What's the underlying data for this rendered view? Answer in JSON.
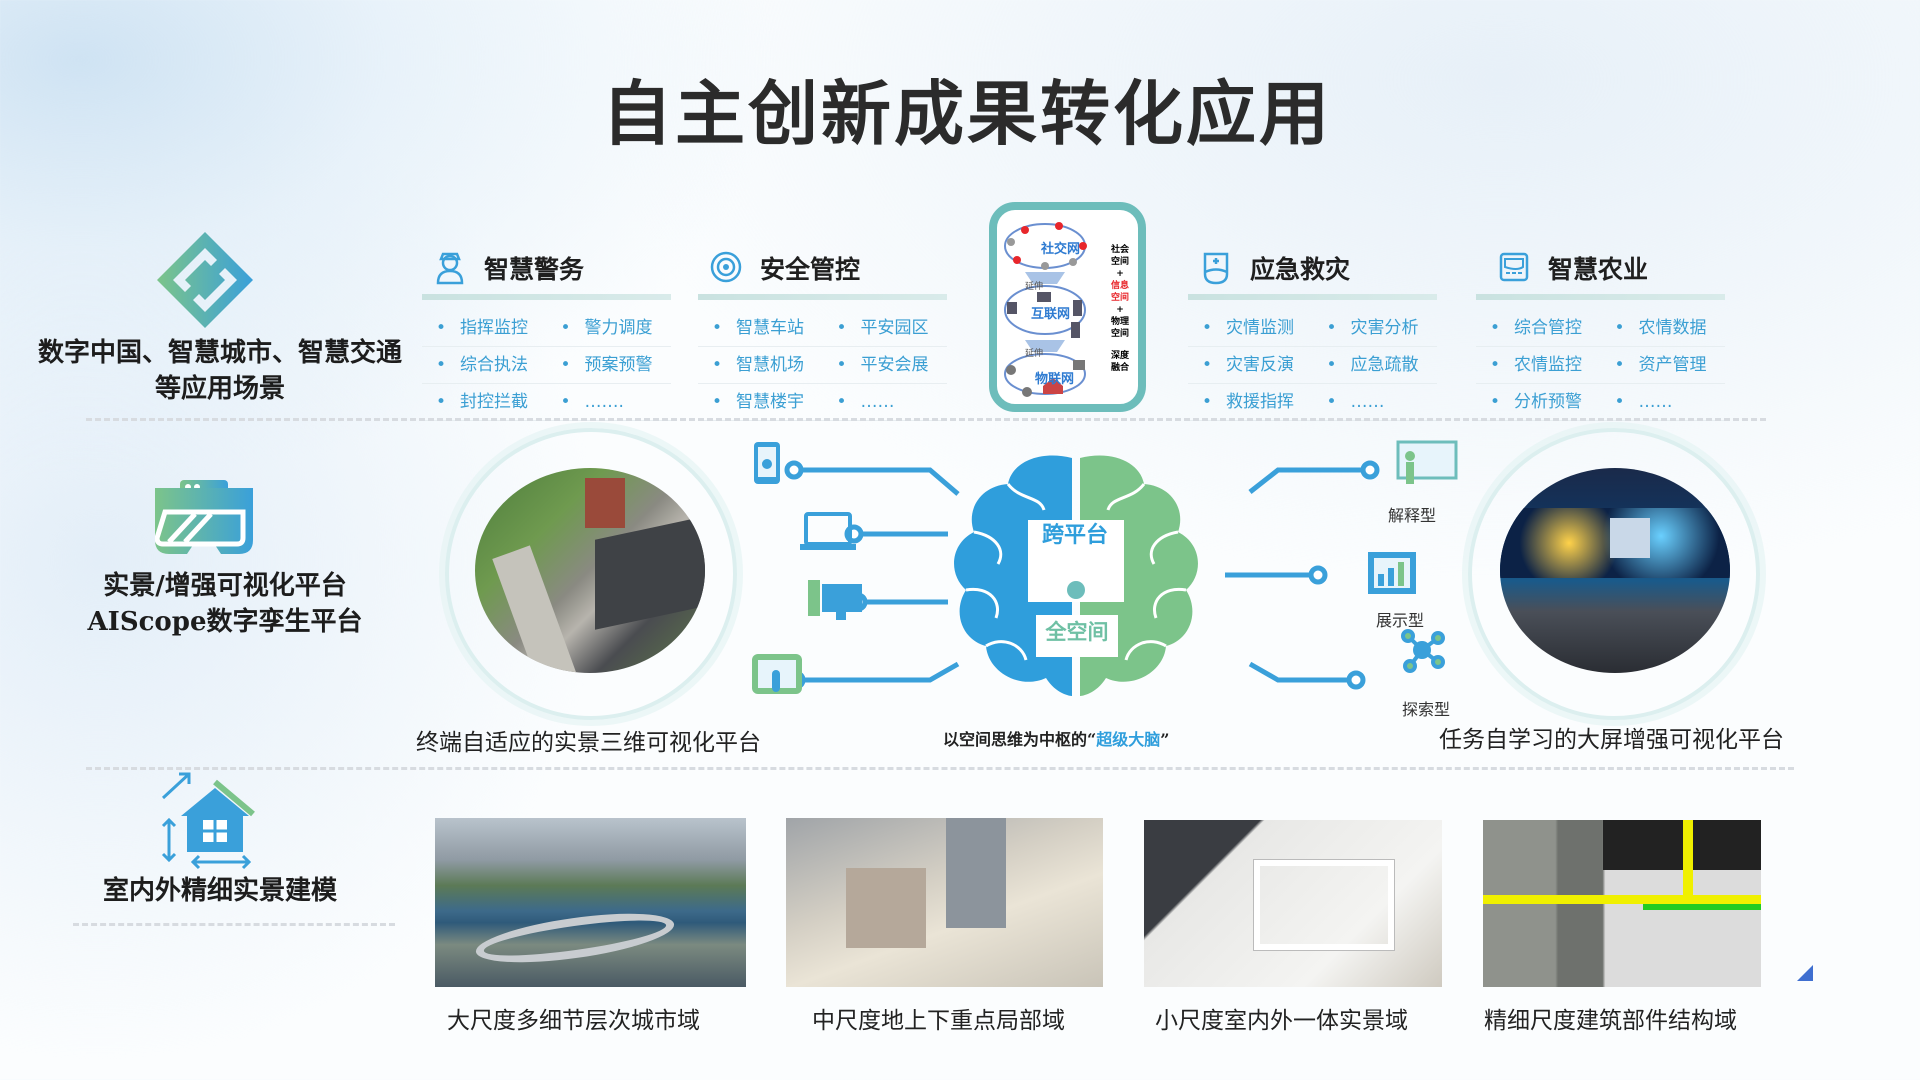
{
  "title": "自主创新成果转化应用",
  "row1": {
    "label_line1": "数字中国、智慧城市、智慧交通",
    "label_line2": "等应用场景",
    "categories": [
      {
        "name": "智慧警务",
        "icon": "police-icon",
        "items": [
          "指挥监控",
          "警力调度",
          "综合执法",
          "预案预警",
          "封控拦截",
          "……."
        ]
      },
      {
        "name": "安全管控",
        "icon": "eye-target-icon",
        "items": [
          "智慧车站",
          "平安园区",
          "智慧机场",
          "平安会展",
          "智慧楼宇",
          "……"
        ]
      },
      {
        "name": "应急救灾",
        "icon": "medical-shield-icon",
        "items": [
          "灾情监测",
          "灾害分析",
          "灾害反演",
          "应急疏散",
          "救援指挥",
          "……"
        ]
      },
      {
        "name": "智慧农业",
        "icon": "monitor-device-icon",
        "items": [
          "综合管控",
          "农情数据",
          "农情监控",
          "资产管理",
          "分析预警",
          "……"
        ]
      }
    ],
    "network": {
      "layers": [
        "社交网",
        "互联网",
        "物联网"
      ],
      "arrows": [
        "延伸",
        "延伸"
      ],
      "side": [
        "社会空间",
        "+",
        "信息空间",
        "+",
        "物理空间",
        "深度融合"
      ]
    }
  },
  "row2": {
    "label_line1": "实景/增强可视化平台",
    "label_line2": "AIScope数字孪生平台",
    "left_caption": "终端自适应的实景三维可视化平台",
    "brain": {
      "top": "跨平台",
      "bottom": "全空间",
      "caption_prefix": "以空间思维为中枢的“",
      "caption_highlight": "超级大脑",
      "caption_suffix": "”"
    },
    "outputs": [
      "解释型",
      "展示型",
      "探索型"
    ],
    "right_caption": "任务自学习的大屏增强可视化平台"
  },
  "row3": {
    "label": "室内外精细实景建模",
    "images": [
      {
        "caption": "大尺度多细节层次城市域"
      },
      {
        "caption": "中尺度地上下重点局部域"
      },
      {
        "caption": "小尺度室内外一体实景域"
      },
      {
        "caption": "精细尺度建筑部件结构域"
      }
    ]
  },
  "colors": {
    "accent_blue": "#3b9fd3",
    "accent_green": "#7cc48a",
    "teal": "#6dbdbb",
    "highlight_red": "#e8262b"
  }
}
